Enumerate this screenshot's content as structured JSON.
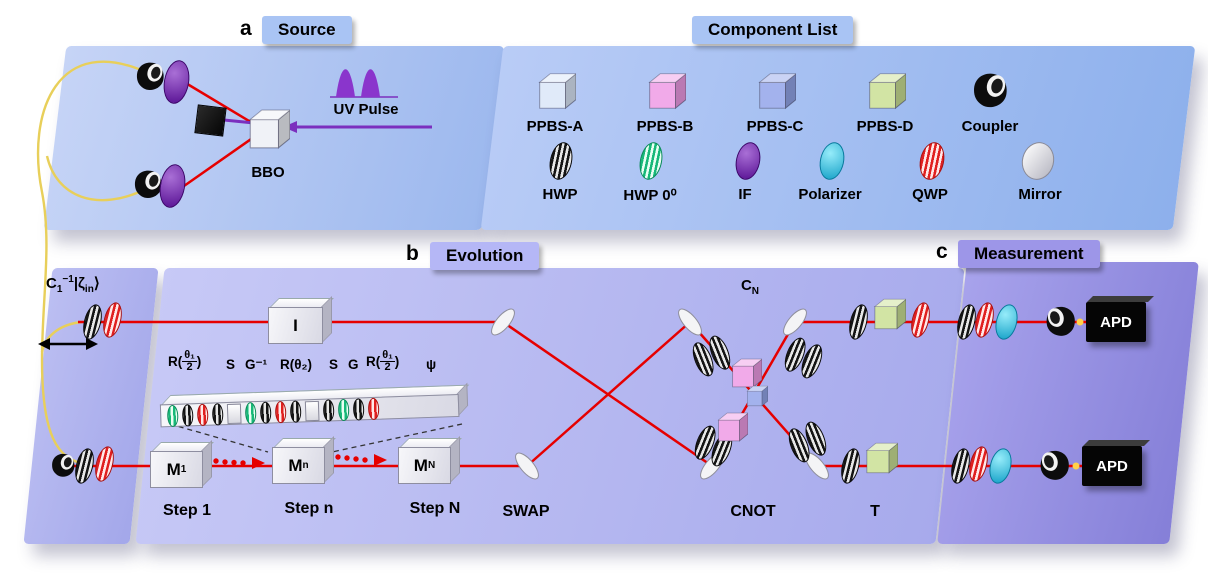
{
  "badges": {
    "a": "a",
    "a_label": "Source",
    "b": "b",
    "b_label": "Evolution",
    "c": "c",
    "c_label": "Measurement",
    "component_list": "Component List"
  },
  "source": {
    "uv_pulse": "UV Pulse",
    "bbo": "BBO"
  },
  "component_list": {
    "row1": [
      "PPBS-A",
      "PPBS-B",
      "PPBS-C",
      "PPBS-D",
      "Coupler"
    ],
    "row2": [
      "HWP",
      "HWP 0⁰",
      "IF",
      "Polarizer",
      "QWP",
      "Mirror"
    ]
  },
  "evolution": {
    "input_state": {
      "c": "C",
      "c_sub": "1",
      "c_sup": "−1",
      "ket": "|ζ",
      "ket_sub": "in",
      "ket_close": "⟩"
    },
    "identity": "I",
    "cn": {
      "base": "C",
      "sub": "N"
    },
    "formula": {
      "t1_pre": "R(",
      "t1_num": "θ₁",
      "t1_den": "2",
      "t1_post": ")",
      "t2": "S",
      "t3": "G⁻¹",
      "t4": "R(θ₂)",
      "t5": "S",
      "t6": "G",
      "t7_pre": "R(",
      "t7_num": "θ₁",
      "t7_den": "2",
      "t7_post": ")",
      "t8": "ψ"
    },
    "m1": {
      "base": "M",
      "sub": "1"
    },
    "mn": {
      "base": "M",
      "sub": "n"
    },
    "mN": {
      "base": "M",
      "sub": "N"
    },
    "step1": "Step 1",
    "stepn": "Step n",
    "stepN": "Step N",
    "swap": "SWAP",
    "cnot": "CNOT",
    "t": "T"
  },
  "measurement": {
    "apd": "APD"
  },
  "colors": {
    "beam": "#e60000",
    "fiber": "#e8cf5a",
    "uv": "#7b2fbe",
    "panel_a": "#a9c4f4",
    "panel_b": "#b5b7f6",
    "panel_c": "#9d96e8"
  }
}
